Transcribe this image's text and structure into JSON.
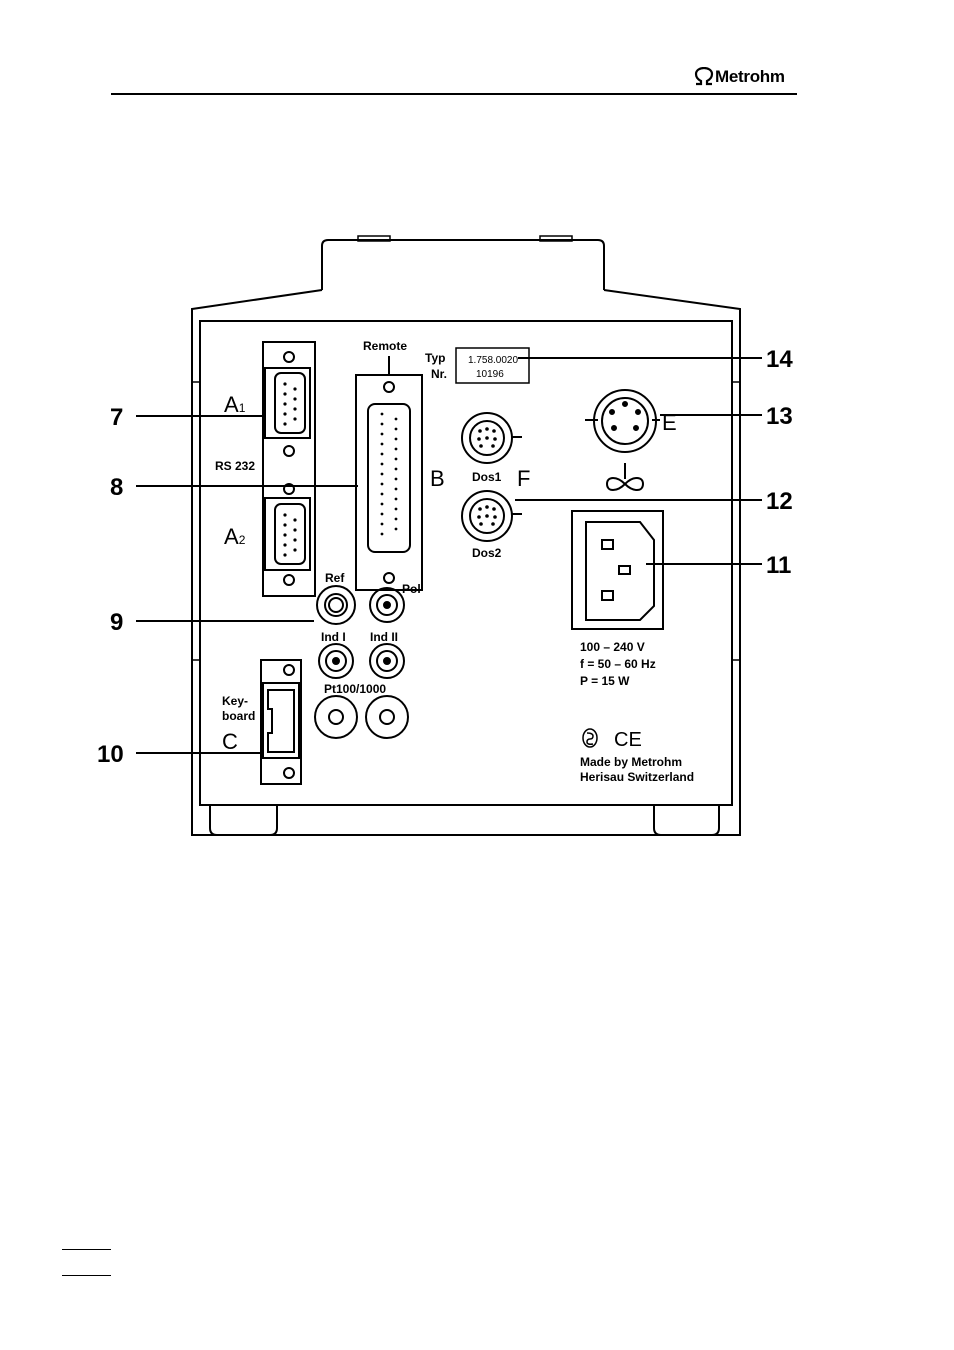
{
  "header": {
    "brand": "Metrohm"
  },
  "figure": {
    "callouts": [
      "7",
      "8",
      "9",
      "10",
      "11",
      "12",
      "13",
      "14"
    ],
    "letters": {
      "a1": "A",
      "a1_sub": "1",
      "a2": "A",
      "a2_sub": "2",
      "b": "B",
      "c": "C",
      "e": "E",
      "f": "F"
    },
    "labels": {
      "rs232": "RS 232",
      "remote": "Remote",
      "typ": "Typ",
      "nr": "Nr.",
      "type_number": "1.758.0020",
      "serial_number": "10196",
      "dos1": "Dos1",
      "dos2": "Dos2",
      "ref": "Ref",
      "pol": "Pol",
      "ind1": "Ind I",
      "ind2": "Ind II",
      "pt100": "Pt100/1000",
      "keyboard_1": "Key-",
      "keyboard_2": "board",
      "voltage": "100 – 240   V",
      "frequency": "f = 50 – 60 Hz",
      "power": "P =   15 W",
      "ce_mark": "CE",
      "made_by": "Made by Metrohm",
      "made_in": "Herisau Switzerland"
    }
  }
}
